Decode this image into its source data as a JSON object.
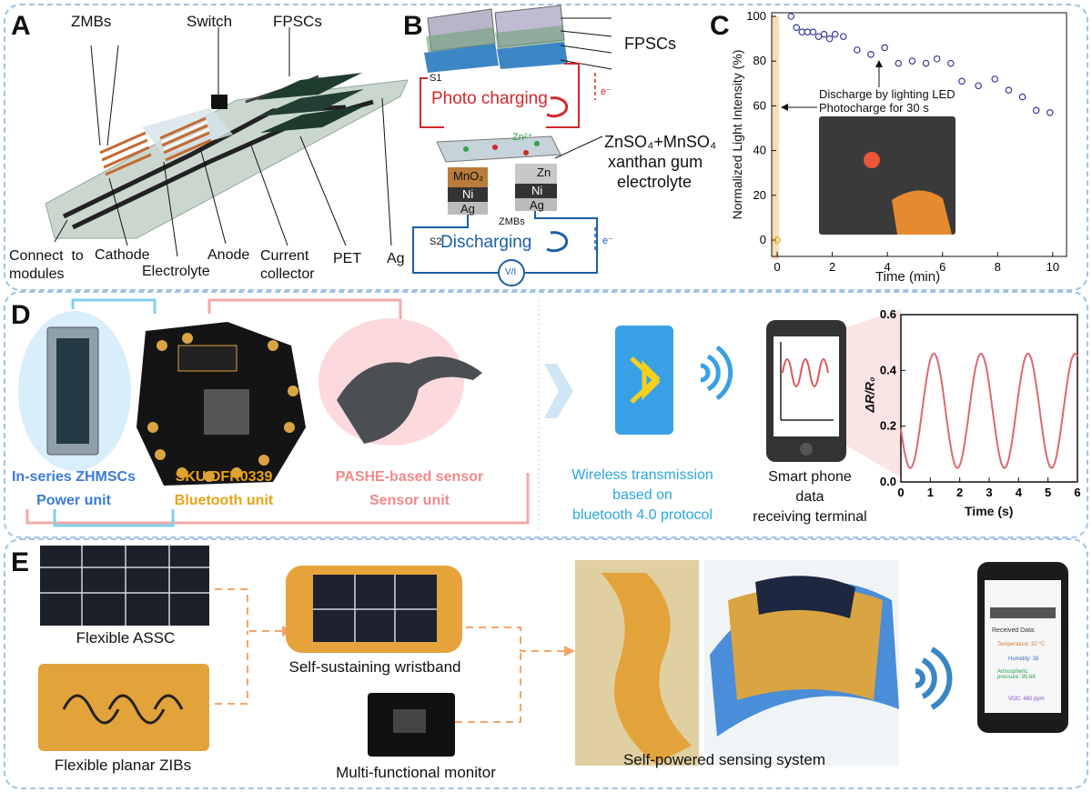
{
  "panel_labels": {
    "a": "A",
    "b": "B",
    "c": "C",
    "d": "D",
    "e": "E"
  },
  "panel_a": {
    "zmbs": "ZMBs",
    "switch": "Switch",
    "fpscs": "FPSCs",
    "connect": "Connect  to\nmodules",
    "cathode": "Cathode",
    "electrolyte": "Electrolyte",
    "anode": "Anode",
    "current": "Current\ncollector",
    "pet": "PET",
    "ag": "Ag"
  },
  "panel_b": {
    "fpscs": "FPSCs",
    "s1": "S1",
    "s2": "S2",
    "photo_charging": "Photo charging",
    "discharging": "Discharging",
    "eminus": "e⁻",
    "electrolyte_line1": "ZnSO₄+MnSO₄",
    "electrolyte_line2": "xanthan gum",
    "electrolyte_line3": "electrolyte",
    "mno2": "MnO₂",
    "zn": "Zn",
    "zn2": "Zn²⁺",
    "ni": "Ni",
    "ag": "Ag",
    "zmbs": "ZMBs",
    "meter": "V/I"
  },
  "chart_data": {
    "type": "scatter",
    "xlabel": "Time (min)",
    "ylabel": "Normalized Light Intensity (%)",
    "xlim": [
      -0.2,
      10.5
    ],
    "ylim": [
      0,
      100
    ],
    "xticks": [
      "0",
      "2",
      "4",
      "6",
      "8",
      "10"
    ],
    "yticks": [
      "0",
      "20",
      "40",
      "60",
      "80",
      "100"
    ],
    "annotations": [
      "Discharge by lighting LED",
      "Photocharge for 30 s"
    ],
    "series": [
      {
        "name": "",
        "x": [
          0,
          0.5,
          0.7,
          0.9,
          1.1,
          1.3,
          1.5,
          1.7,
          1.9,
          2.1,
          2.4,
          2.9,
          3.4,
          3.9,
          4.4,
          4.9,
          5.4,
          5.8,
          6.3,
          6.7,
          7.3,
          7.9,
          8.4,
          8.9,
          9.4,
          9.9
        ],
        "y": [
          0,
          100,
          95,
          93,
          93,
          93,
          91,
          92,
          90,
          92,
          91,
          85,
          83,
          86,
          79,
          80,
          79,
          81,
          79,
          71,
          69,
          72,
          67,
          64,
          58,
          57
        ]
      }
    ]
  },
  "panel_d": {
    "unit1_name": "In-series ZHMSCs",
    "unit1_role": "Power unit",
    "unit2_name": "SKU DFR0339",
    "unit2_role": "Bluetooth unit",
    "unit3_name": "PASHE-based sensor",
    "unit3_role": "Sensor unit",
    "wireless": [
      "Wireless transmission",
      "based on",
      "bluetooth 4.0 protocol"
    ],
    "phone": [
      "Smart phone",
      "data",
      "receiving terminal"
    ],
    "colors": {
      "blue": "#3a7bd5",
      "orange": "#e8a317",
      "pink": "#f08a8a",
      "cyan": "#2aa6df"
    }
  },
  "panel_d_chart": {
    "type": "line",
    "xlabel": "Time (s)",
    "ylabel": "ΔR/R₀",
    "xlim": [
      0,
      6
    ],
    "ylim": [
      0,
      0.6
    ],
    "xticks": [
      "0",
      "1",
      "2",
      "3",
      "4",
      "5",
      "6"
    ],
    "yticks": [
      "0.0",
      "0.2",
      "0.4",
      "0.6"
    ],
    "series": [
      {
        "name": "",
        "period": 1.6,
        "min": 0.05,
        "max": 0.46
      }
    ]
  },
  "panel_e": {
    "assc": "Flexible ASSC",
    "zibs": "Flexible planar ZIBs",
    "wristband": "Self-sustaining wristband",
    "monitor": "Multi-functional monitor",
    "system": "Self-powered sensing system",
    "phone_screen": {
      "received": "Received Data:",
      "temperature": "Temperature: 32 °C",
      "humidity": "Humidity: 38",
      "pressure": "Atmospheric\npressure: 95.6K",
      "voc": "VOC: 480 ppm"
    }
  }
}
